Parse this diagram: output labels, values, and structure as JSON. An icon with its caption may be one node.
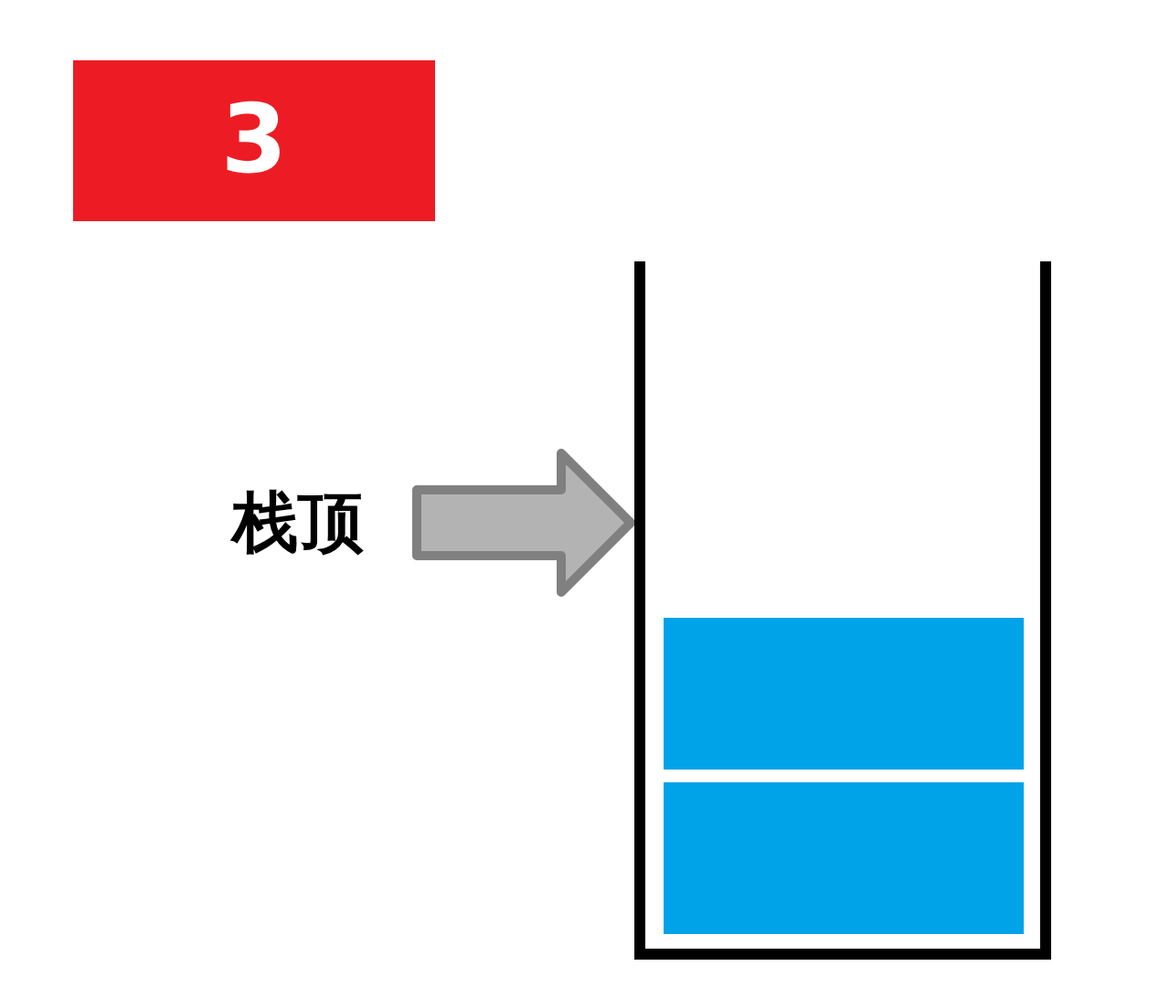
{
  "diagram": {
    "nodes": [
      {
        "text": [
          "3"
        ]
      },
      {
        "text": [
          "栈顶"
        ]
      },
      {
        "text": [],
        "shape": "container"
      },
      {
        "text": [],
        "shape": "box",
        "in": 2
      },
      {
        "text": [],
        "shape": "box",
        "in": 2
      }
    ],
    "edges": [
      {
        "from": 1,
        "to": 2,
        "arrow": "to"
      }
    ]
  }
}
